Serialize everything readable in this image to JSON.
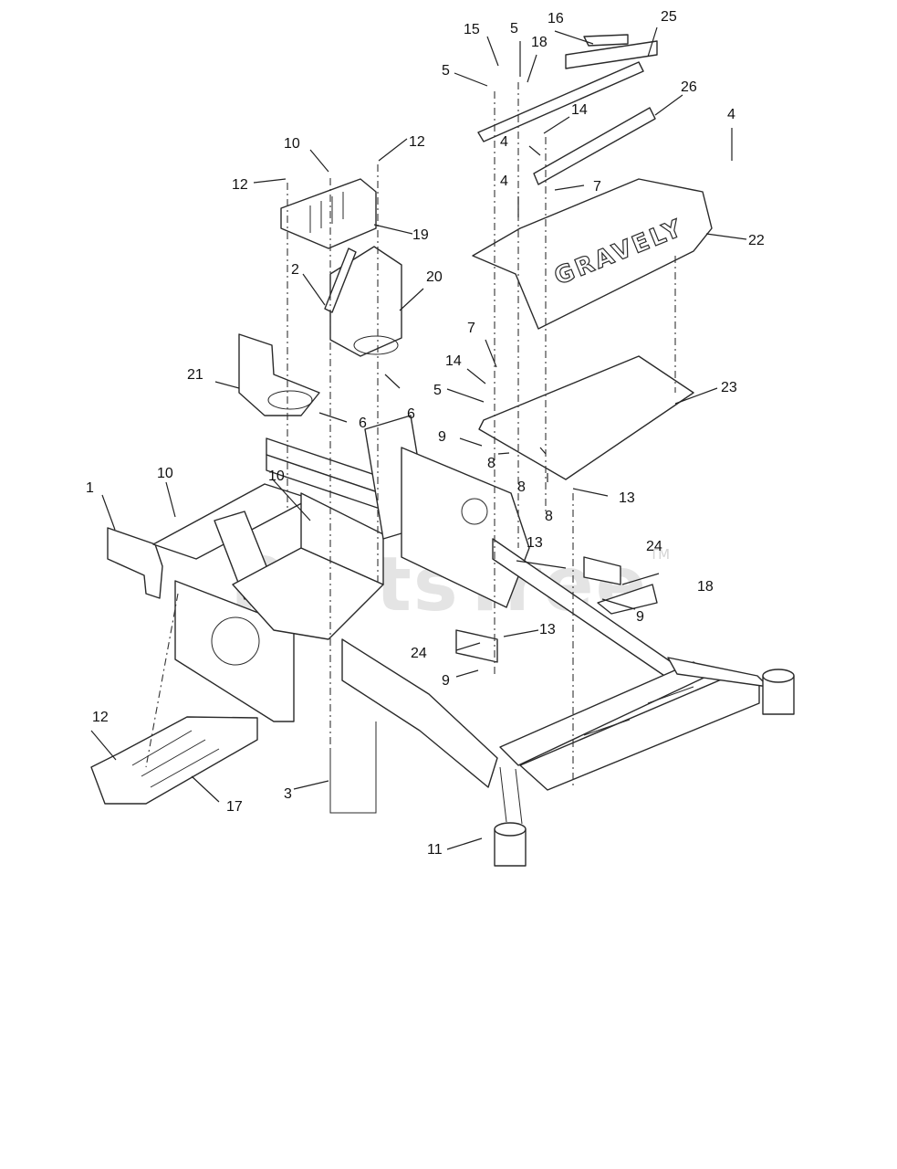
{
  "watermark": {
    "text": "PartsTree",
    "tm": "TM"
  },
  "brand_text": "GRAVELY",
  "callouts": [
    {
      "id": "c1",
      "text": "1"
    },
    {
      "id": "c2",
      "text": "2"
    },
    {
      "id": "c3",
      "text": "3"
    },
    {
      "id": "c4a",
      "text": "4"
    },
    {
      "id": "c4b",
      "text": "4"
    },
    {
      "id": "c4c",
      "text": "4"
    },
    {
      "id": "c5a",
      "text": "5"
    },
    {
      "id": "c5b",
      "text": "5"
    },
    {
      "id": "c5c",
      "text": "5"
    },
    {
      "id": "c6a",
      "text": "6"
    },
    {
      "id": "c6b",
      "text": "6"
    },
    {
      "id": "c7a",
      "text": "7"
    },
    {
      "id": "c7b",
      "text": "7"
    },
    {
      "id": "c8a",
      "text": "8"
    },
    {
      "id": "c8b",
      "text": "8"
    },
    {
      "id": "c8c",
      "text": "8"
    },
    {
      "id": "c9a",
      "text": "9"
    },
    {
      "id": "c9b",
      "text": "9"
    },
    {
      "id": "c9c",
      "text": "9"
    },
    {
      "id": "c10a",
      "text": "10"
    },
    {
      "id": "c10b",
      "text": "10"
    },
    {
      "id": "c10c",
      "text": "10"
    },
    {
      "id": "c11",
      "text": "11"
    },
    {
      "id": "c12a",
      "text": "12"
    },
    {
      "id": "c12b",
      "text": "12"
    },
    {
      "id": "c12c",
      "text": "12"
    },
    {
      "id": "c13a",
      "text": "13"
    },
    {
      "id": "c13b",
      "text": "13"
    },
    {
      "id": "c13c",
      "text": "13"
    },
    {
      "id": "c14a",
      "text": "14"
    },
    {
      "id": "c14b",
      "text": "14"
    },
    {
      "id": "c15",
      "text": "15"
    },
    {
      "id": "c16",
      "text": "16"
    },
    {
      "id": "c17",
      "text": "17"
    },
    {
      "id": "c18a",
      "text": "18"
    },
    {
      "id": "c18b",
      "text": "18"
    },
    {
      "id": "c19",
      "text": "19"
    },
    {
      "id": "c20",
      "text": "20"
    },
    {
      "id": "c21",
      "text": "21"
    },
    {
      "id": "c22",
      "text": "22"
    },
    {
      "id": "c23",
      "text": "23"
    },
    {
      "id": "c24a",
      "text": "24"
    },
    {
      "id": "c24b",
      "text": "24"
    },
    {
      "id": "c25",
      "text": "25"
    },
    {
      "id": "c26",
      "text": "26"
    }
  ]
}
